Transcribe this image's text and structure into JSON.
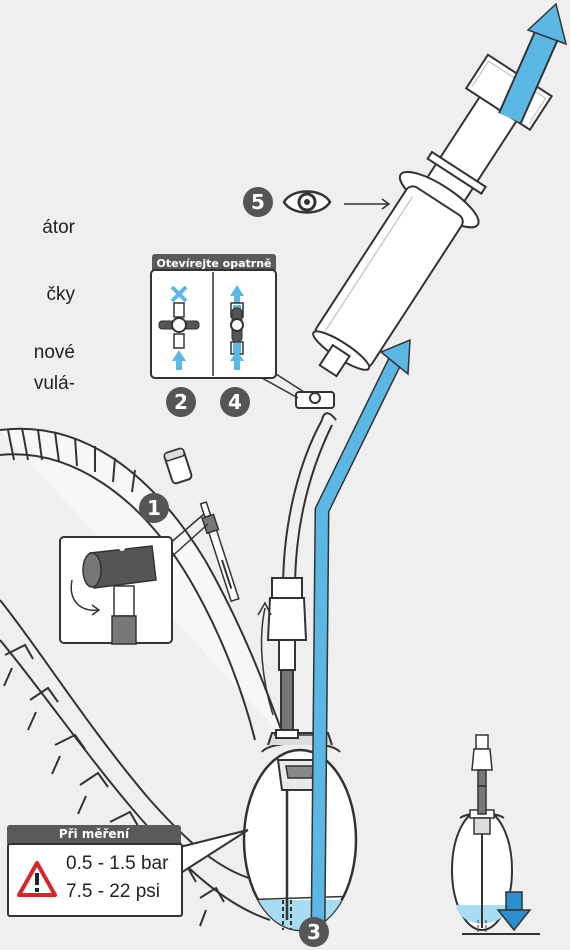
{
  "left_text": [
    "átor",
    "čky",
    "nové",
    "vulá-"
  ],
  "valve_panel": {
    "title": "Otevírejte opatrně"
  },
  "steps": {
    "s1": "1",
    "s2": "2",
    "s3": "3",
    "s4": "4",
    "s5": "5"
  },
  "pressure": {
    "title": "Při měření",
    "line1": "0.5 - 1.5 bar",
    "line2": "7.5 - 22 psi"
  },
  "colors": {
    "blue": "#5bb7e3",
    "blue_dark": "#2b8fcf",
    "red": "#d7262b",
    "badge": "#555555",
    "outline": "#333333"
  }
}
